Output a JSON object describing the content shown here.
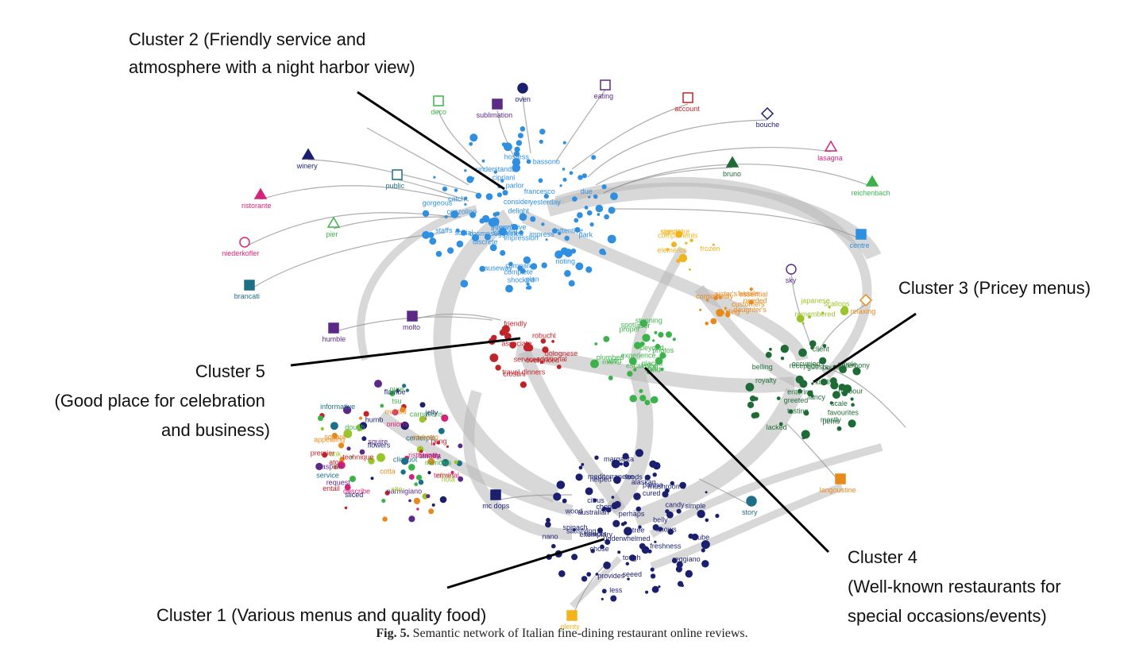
{
  "callouts": [
    {
      "id": "cluster2",
      "lines": [
        "Cluster 2 (Friendly service and",
        "atmosphere with a night harbor view)"
      ]
    },
    {
      "id": "cluster3",
      "lines": [
        "Cluster 3 (Pricey menus)"
      ]
    },
    {
      "id": "cluster5",
      "lines": [
        "Cluster 5",
        "(Good place for celebration",
        "and business)"
      ]
    },
    {
      "id": "cluster4",
      "lines": [
        "Cluster 4",
        "(Well-known restaurants for",
        "special occasions/events)"
      ]
    },
    {
      "id": "cluster1",
      "lines": [
        "Cluster 1 (Various menus and quality food)"
      ]
    }
  ],
  "caption": {
    "label": "Fig. 5.",
    "text": "Semantic network of Italian fine-dining restaurant online reviews."
  },
  "colors": {
    "cluster1": "#1a1f6e",
    "cluster2": "#2f8fe0",
    "cluster3": "#1f6b35",
    "cluster4": "#3cb34a",
    "cluster5": "#c0242a",
    "orange": "#e8891c",
    "yellow": "#f2b41c",
    "lime": "#9bc42a",
    "magenta": "#d4237a",
    "purple": "#5b2a86",
    "teal": "#1d6f86",
    "edge": "#b8b8b8"
  },
  "clusters": [
    {
      "name": "cluster2",
      "color": "#2f8fe0",
      "words": [
        "causeway",
        "park",
        "discrete",
        "due",
        "noting",
        "consider",
        "impression",
        "informative",
        "company",
        "catch",
        "yesterday",
        "thursday",
        "impress",
        "suggested",
        "sabatini",
        "cosmo",
        "bassono",
        "gorgeous",
        "understands",
        "hostess",
        "shocked",
        "complete",
        "social",
        "francesco",
        "cozzolino",
        "plan",
        "cipriani",
        "parlor",
        "staffs",
        "attentive",
        "delight"
      ]
    },
    {
      "name": "cluster1",
      "color": "#1a1f6e",
      "words": [
        "mushrooms",
        "alaskan",
        "australian",
        "cured",
        "mediterranean",
        "reggiano",
        "candy",
        "parma",
        "citrus",
        "saucer",
        "spinach",
        "nano",
        "margarita",
        "cube",
        "belly",
        "entrée",
        "perhaps",
        "satisfying",
        "simple",
        "freshness",
        "provides",
        "wood",
        "underwhelmed",
        "foods",
        "seeed",
        "helped",
        "tough",
        "chose",
        "chops",
        "knows",
        "less",
        "exemplary"
      ]
    },
    {
      "name": "cluster3",
      "color": "#1f6b35",
      "words": [
        "lacked",
        "occupied",
        "client",
        "ceremony",
        "favourites",
        "reception",
        "mostly",
        "royalty",
        "pouring",
        "greeted",
        "entering",
        "belling",
        "ample",
        "scale",
        "perm",
        "fancy",
        "guests",
        "kindly",
        "tasting",
        "harbour"
      ]
    },
    {
      "name": "cluster4",
      "color": "#3cb34a",
      "words": [
        "photos",
        "proper",
        "spot",
        "mark",
        "placed",
        "escalating",
        "beyond",
        "bill",
        "laser",
        "plumbed",
        "hand",
        "stunning",
        "experience",
        "wing"
      ]
    },
    {
      "name": "cluster5",
      "color": "#c0242a",
      "words": [
        "services",
        "friendly",
        "overpriced",
        "additional",
        "robuchi",
        "bolognese",
        "crostini",
        "associate",
        "travel dinners"
      ]
    },
    {
      "name": "orange",
      "color": "#e8891c",
      "words": [
        "spoiling",
        "essential",
        "needed",
        "hassle",
        "customers",
        "sister's",
        "daughter's",
        "consistently"
      ]
    },
    {
      "name": "yellow",
      "color": "#f2b41c",
      "words": [
        "special",
        "elements",
        "frozen",
        "signature",
        "compliments"
      ]
    },
    {
      "name": "lime",
      "color": "#9bc42a",
      "words": [
        "remembered",
        "japanese",
        "scallops"
      ]
    },
    {
      "name": "misc",
      "color": "#d4237a",
      "words": [
        "describe",
        "request",
        "cotta",
        "tsu",
        "sliced",
        "peng",
        "nola",
        "centerpin",
        "onions",
        "squire",
        "square",
        "mencius",
        "humb",
        "technique",
        "olives",
        "informative",
        "heavily",
        "parmigiano",
        "martini",
        "dough",
        "flambe",
        "premier",
        "ank",
        "clicquot",
        "terminal",
        "sinatra",
        "appealing",
        "carnations",
        "flowers",
        "entail",
        "alto",
        "service",
        "ristorante",
        "aspirin",
        "sorbetto",
        "pure",
        "jelly",
        "aton"
      ]
    }
  ],
  "peripheral_nodes": [
    {
      "label": "deco",
      "color": "#3cb34a",
      "shape": "square-open"
    },
    {
      "label": "sublimation",
      "color": "#5b2a86",
      "shape": "square"
    },
    {
      "label": "oven",
      "color": "#1a1f6e",
      "shape": "circle"
    },
    {
      "label": "eating",
      "color": "#5b2a86",
      "shape": "square-open"
    },
    {
      "label": "account",
      "color": "#c0242a",
      "shape": "square-open"
    },
    {
      "label": "bouche",
      "color": "#1a1f6e",
      "shape": "diamond-open"
    },
    {
      "label": "lasagna",
      "color": "#d4237a",
      "shape": "triangle-open"
    },
    {
      "label": "reichenbach",
      "color": "#3cb34a",
      "shape": "triangle"
    },
    {
      "label": "bruno",
      "color": "#1f6b35",
      "shape": "triangle"
    },
    {
      "label": "winery",
      "color": "#1a1f6e",
      "shape": "triangle"
    },
    {
      "label": "ristorante",
      "color": "#d4237a",
      "shape": "triangle"
    },
    {
      "label": "public",
      "color": "#1d6f86",
      "shape": "square-open"
    },
    {
      "label": "pier",
      "color": "#3cb34a",
      "shape": "triangle-open"
    },
    {
      "label": "niederkofler",
      "color": "#d4237a",
      "shape": "circle-open"
    },
    {
      "label": "brancati",
      "color": "#1d6f86",
      "shape": "square"
    },
    {
      "label": "humble",
      "color": "#5b2a86",
      "shape": "square"
    },
    {
      "label": "molto",
      "color": "#5b2a86",
      "shape": "square"
    },
    {
      "label": "centre",
      "color": "#2f8fe0",
      "shape": "square"
    },
    {
      "label": "sky",
      "color": "#5b2a86",
      "shape": "circle-open"
    },
    {
      "label": "relaxing",
      "color": "#e8891c",
      "shape": "diamond-open"
    },
    {
      "label": "langoustine",
      "color": "#e8891c",
      "shape": "square"
    },
    {
      "label": "story",
      "color": "#1d6f86",
      "shape": "circle"
    },
    {
      "label": "plenty",
      "color": "#f2b41c",
      "shape": "square"
    },
    {
      "label": "mc dops",
      "color": "#1a1f6e",
      "shape": "square"
    }
  ]
}
